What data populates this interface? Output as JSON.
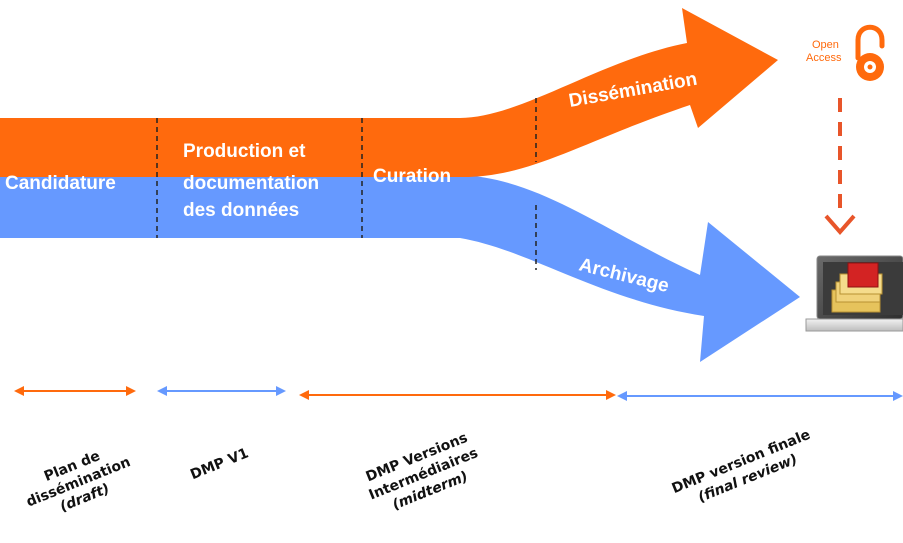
{
  "colors": {
    "orange": "#FF6A0D",
    "blue": "#6699FF",
    "arrow_blue": "#5B8EF5",
    "dash": "#222222",
    "dashed_arrow": "#E8552A",
    "text_white": "#FFFFFF",
    "text_dark": "#111111"
  },
  "stages": {
    "candidature": "Candidature",
    "production_line1": "Production et",
    "production_line2": "documentation",
    "production_line3": "des données",
    "curation": "Curation",
    "dissemination": "Dissémination",
    "archivage": "Archivage"
  },
  "open_access": {
    "line1": "Open",
    "line2": "Access",
    "icon": "open-access-lock-icon"
  },
  "archive_icon": "laptop-folders-icon",
  "phases": [
    {
      "lines": [
        "Plan de",
        "dissémination",
        "(draft)"
      ],
      "italic_line": "draft",
      "color": "orange"
    },
    {
      "lines": [
        "DMP V1"
      ],
      "color": "blue"
    },
    {
      "lines": [
        "DMP Versions",
        "Intermédiaires",
        "(midterm)"
      ],
      "italic_line": "midterm",
      "color": "orange"
    },
    {
      "lines": [
        "DMP version finale",
        "(final review)"
      ],
      "italic_line": "final review",
      "color": "blue"
    }
  ]
}
